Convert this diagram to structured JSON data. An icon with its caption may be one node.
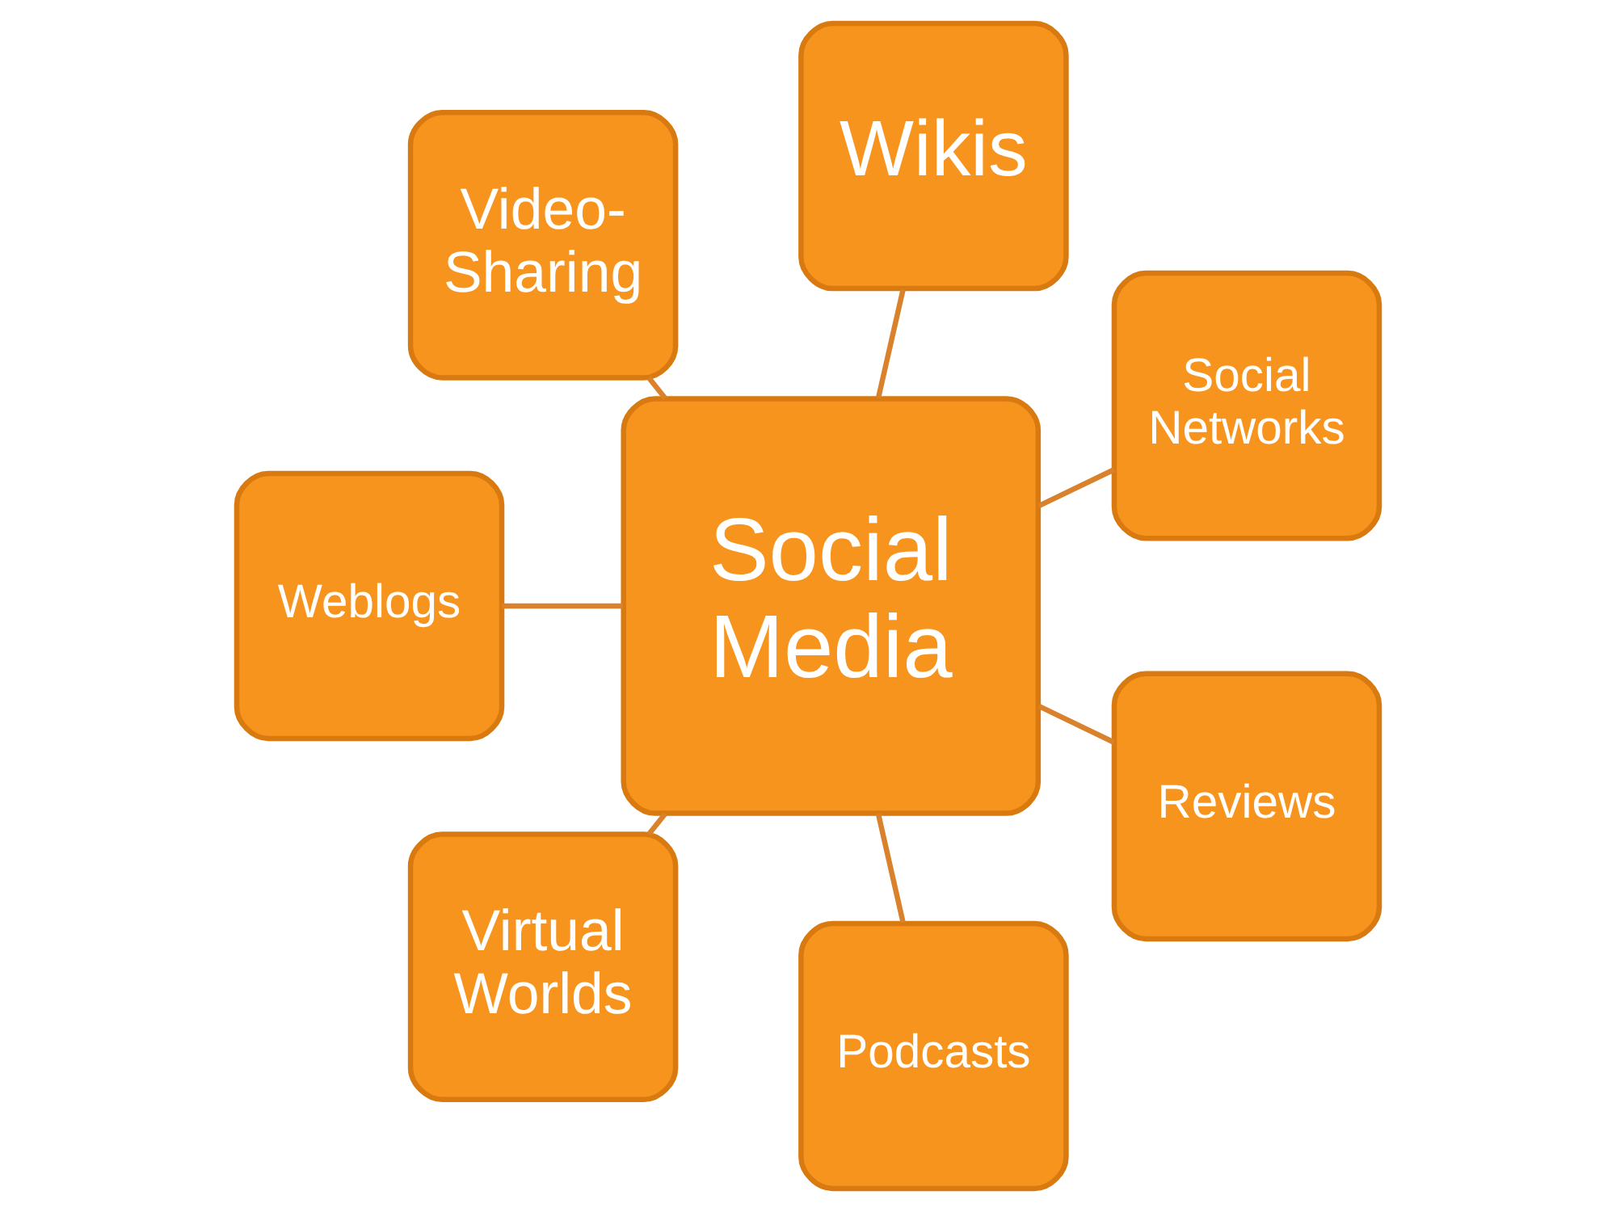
{
  "diagram": {
    "nodes": [
      {
        "text": [
          "Social Media"
        ]
      },
      {
        "text": [
          "Social Networks"
        ]
      },
      {
        "text": [
          "Wikis"
        ]
      },
      {
        "text": [
          "Video-Sharing"
        ]
      },
      {
        "text": [
          "Weblogs"
        ]
      },
      {
        "text": [
          "Virtual Worlds"
        ]
      },
      {
        "text": [
          "Podcasts"
        ]
      },
      {
        "text": [
          "Reviews"
        ]
      }
    ],
    "edges": [
      {
        "from": 0,
        "to": 1,
        "arrow": "none"
      },
      {
        "from": 0,
        "to": 2,
        "arrow": "none"
      },
      {
        "from": 0,
        "to": 3,
        "arrow": "none"
      },
      {
        "from": 0,
        "to": 4,
        "arrow": "none"
      },
      {
        "from": 0,
        "to": 5,
        "arrow": "none"
      },
      {
        "from": 0,
        "to": 6,
        "arrow": "none"
      },
      {
        "from": 0,
        "to": 7,
        "arrow": "none"
      }
    ]
  }
}
